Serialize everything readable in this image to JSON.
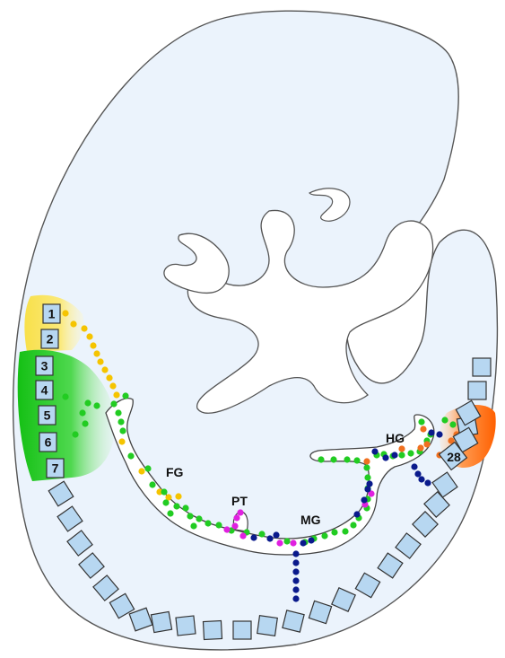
{
  "labels": {
    "fg": "FG",
    "pt": "PT",
    "mg": "MG",
    "hg": "HG"
  },
  "anterior_somites": [
    "1",
    "2",
    "3",
    "4",
    "5",
    "6",
    "7"
  ],
  "posterior_somite_label": "28",
  "colors": {
    "embryo_fill": "#ebf3fc",
    "outline": "#555555",
    "somite": "#b7d7f1",
    "yellow_region": "#fbe36a",
    "green_region": "#1fc41f",
    "orange_region": "#ff6a00",
    "dot_yellow": "#f5c400",
    "dot_green": "#22cc22",
    "dot_magenta": "#e020e0",
    "dot_navy": "#0a1a8c",
    "dot_orange": "#f07020"
  }
}
